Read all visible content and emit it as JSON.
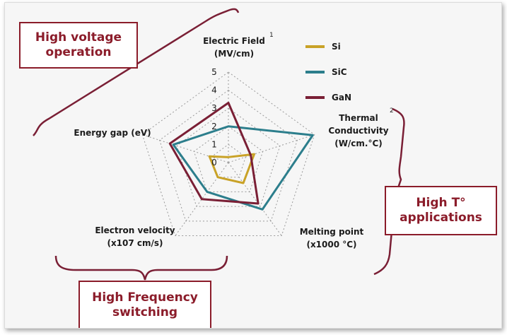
{
  "chart_data": {
    "type": "radar",
    "axes": [
      {
        "label_lines": [
          "Electric Field",
          "(MV/cm)"
        ],
        "superscript": "1"
      },
      {
        "label_lines": [
          "Thermal",
          "Conductivity",
          "(W/cm.°C)"
        ],
        "superscript": "2"
      },
      {
        "label_lines": [
          "Melting point",
          "(x1000 °C)"
        ],
        "superscript": ""
      },
      {
        "label_lines": [
          "Electron velocity",
          "(x107 cm/s)"
        ],
        "superscript": ""
      },
      {
        "label_lines": [
          "Energy gap (eV)"
        ],
        "superscript": ""
      }
    ],
    "scale_max": 5,
    "ticks": [
      "0",
      "1",
      "2",
      "3",
      "4",
      "5"
    ],
    "series": [
      {
        "name": "Si",
        "color": "#c9a227",
        "values": [
          0.3,
          1.5,
          1.4,
          1.0,
          1.1
        ]
      },
      {
        "name": "SiC",
        "color": "#2c7e8c",
        "values": [
          2.0,
          4.9,
          3.2,
          2.0,
          3.2
        ]
      },
      {
        "name": "GaN",
        "color": "#7a1f35",
        "values": [
          3.3,
          1.3,
          2.8,
          2.5,
          3.4
        ]
      }
    ],
    "grid": "dashed",
    "legend_position": "top-right"
  },
  "callouts": {
    "voltage": [
      "High voltage",
      "operation"
    ],
    "temperature": [
      "High T°",
      "applications"
    ],
    "frequency": [
      "High Frequency",
      "switching"
    ]
  },
  "colors": {
    "callout": "#8b1c2a",
    "bracket": "#7a1f35",
    "grid": "#9a9a9a"
  }
}
